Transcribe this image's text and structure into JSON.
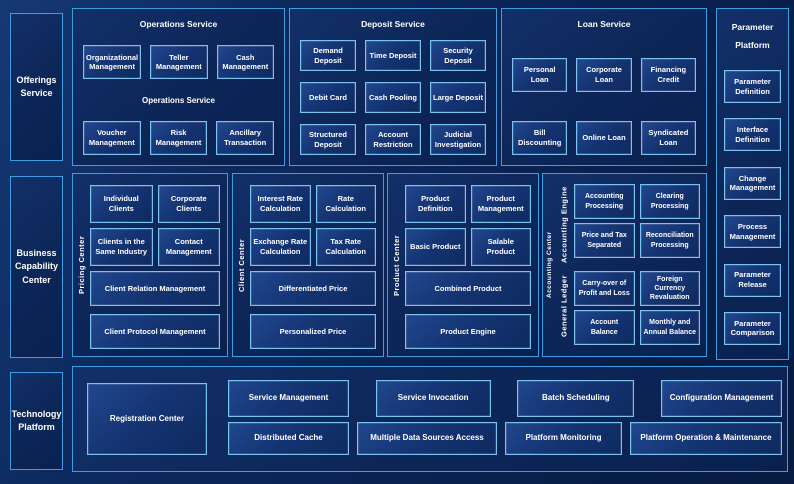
{
  "colors": {
    "page_background": "#0a2354",
    "panel_border": "#3f9de2",
    "box_border": "#7cc2ee",
    "box_fill_light": "#20478e",
    "box_fill_dark": "#0e2a60",
    "text": "#ffffff"
  },
  "offerings": {
    "label": "Offerings Service"
  },
  "business": {
    "label": "Business Capability Center"
  },
  "technology_sidebar": {
    "label": "Technology Platform"
  },
  "operations": {
    "title": "Operations Service",
    "mid_title": "Operations Service",
    "row1": [
      "Organizational Management",
      "Teller Management",
      "Cash Management"
    ],
    "row2": [
      "Voucher Management",
      "Risk Management",
      "Ancillary Transaction"
    ]
  },
  "deposit": {
    "title": "Deposit Service",
    "boxes": [
      "Demand Deposit",
      "Time Deposit",
      "Security Deposit",
      "Debit Card",
      "Cash Pooling",
      "Large Deposit",
      "Structured Deposit",
      "Account Restriction",
      "Judicial Investigation"
    ]
  },
  "loan": {
    "title": "Loan Service",
    "row1": [
      "Personal Loan",
      "Corporate Loan",
      "Financing Credit"
    ],
    "row2": [
      "Bill Discounting",
      "Online Loan",
      "Syndicated Loan"
    ]
  },
  "parameter_platform": {
    "title": "Parameter Platform",
    "boxes": [
      "Parameter Definition",
      "Interface Definition",
      "Change Management",
      "Process Management",
      "Parameter Release",
      "Parameter Comparison"
    ]
  },
  "pricing_center": {
    "label": "Pricing Center",
    "small": [
      "Individual Clients",
      "Corporate Clients",
      "Clients in the Same Industry",
      "Contact Management"
    ],
    "wide": [
      "Client Relation Management",
      "Client Protocol Management"
    ]
  },
  "client_center": {
    "label": "Client Center",
    "small": [
      "Interest Rate Calculation",
      "Rate Calculation",
      "Exchange Rate Calculation",
      "Tax Rate Calculation"
    ],
    "wide": [
      "Differentiated Price",
      "Personalized Price"
    ]
  },
  "product_center": {
    "label": "Product Center",
    "small": [
      "Product Definition",
      "Product Management",
      "Basic Product",
      "Salable Product"
    ],
    "wide": [
      "Combined Product",
      "Product Engine"
    ]
  },
  "accounting_center": {
    "label": "Accounting Center",
    "engine_label": "Accounting Engine",
    "ledger_label": "General Ledger",
    "engine_boxes": [
      "Accounting Processing",
      "Clearing Processing",
      "Price and Tax Separated",
      "Reconciliation Processing"
    ],
    "ledger_boxes": [
      "Carry-over of Profit and Loss",
      "Foreign Currency Revaluation",
      "Account Balance",
      "Monthly and Annual Balance"
    ]
  },
  "technology": {
    "registration": "Registration Center",
    "row1": [
      "Service Management",
      "Service Invocation",
      "Batch Scheduling",
      "Configuration Management"
    ],
    "row2": [
      "Distributed Cache",
      "Multiple Data Sources Access",
      "Platform Monitoring",
      "Platform Operation & Maintenance"
    ]
  }
}
